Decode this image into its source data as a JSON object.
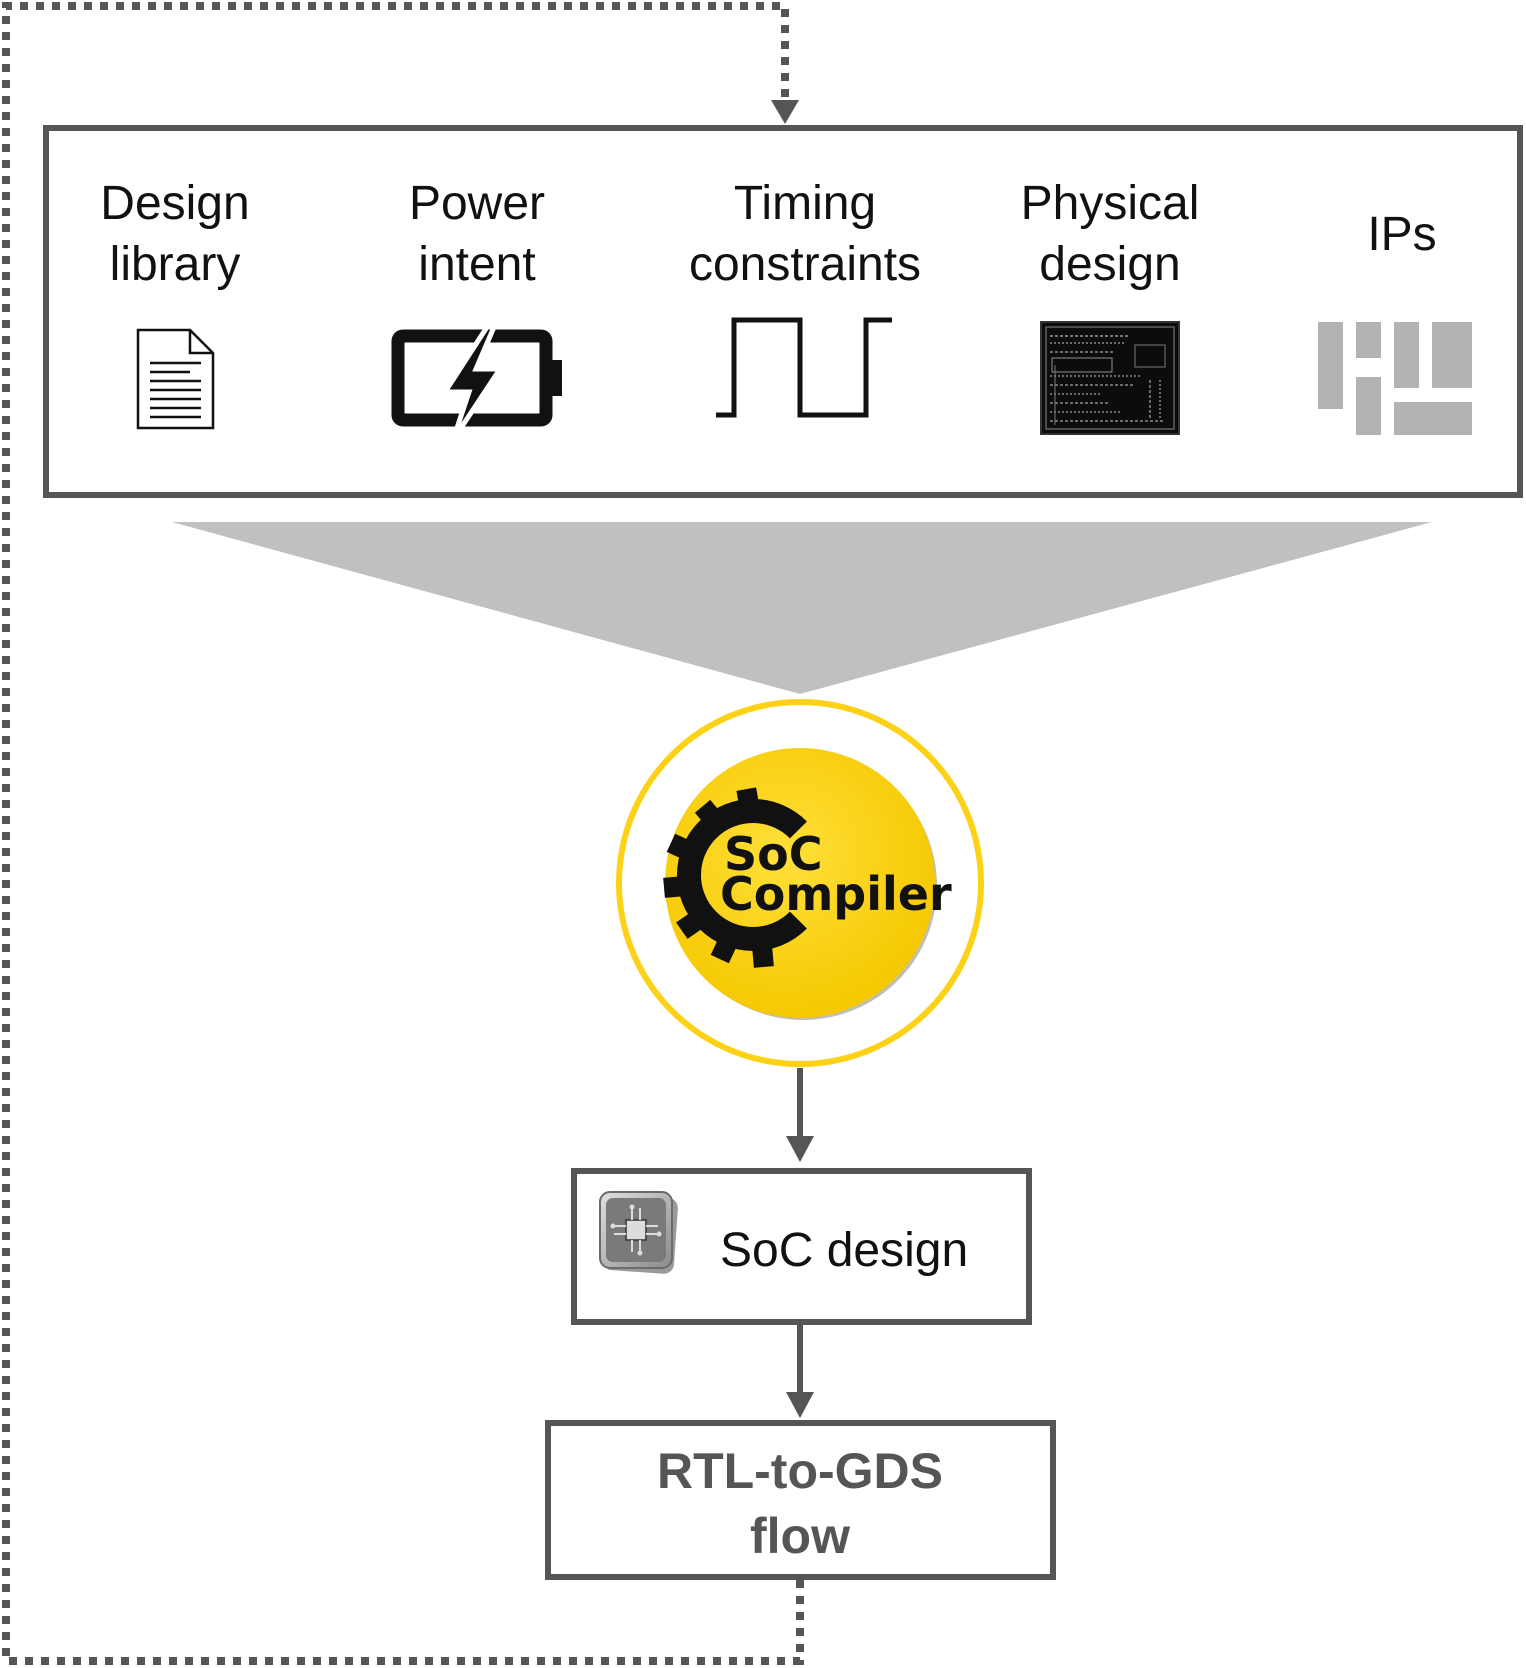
{
  "inputs": [
    {
      "line1": "Design",
      "line2": "library",
      "icon": "document-icon"
    },
    {
      "line1": "Power",
      "line2": "intent",
      "icon": "battery-charging-icon"
    },
    {
      "line1": "Timing",
      "line2": "constraints",
      "icon": "clock-waveform-icon"
    },
    {
      "line1": "Physical",
      "line2": "design",
      "icon": "layout-chip-icon"
    },
    {
      "line1": "IPs",
      "line2": "",
      "icon": "ip-blocks-icon"
    }
  ],
  "compiler": {
    "line1": "SoC",
    "line2": "Compiler",
    "icon": "gear-icon"
  },
  "soc_design": {
    "label": "SoC design",
    "icon": "chip-icon"
  },
  "rtl_flow": {
    "line1": "RTL-to-GDS",
    "line2": "flow"
  },
  "colors": {
    "frame": "#555555",
    "funnel": "#c0c0c0",
    "compiler_yellow": "#fcd116",
    "ip_gray": "#b3b3b3"
  }
}
